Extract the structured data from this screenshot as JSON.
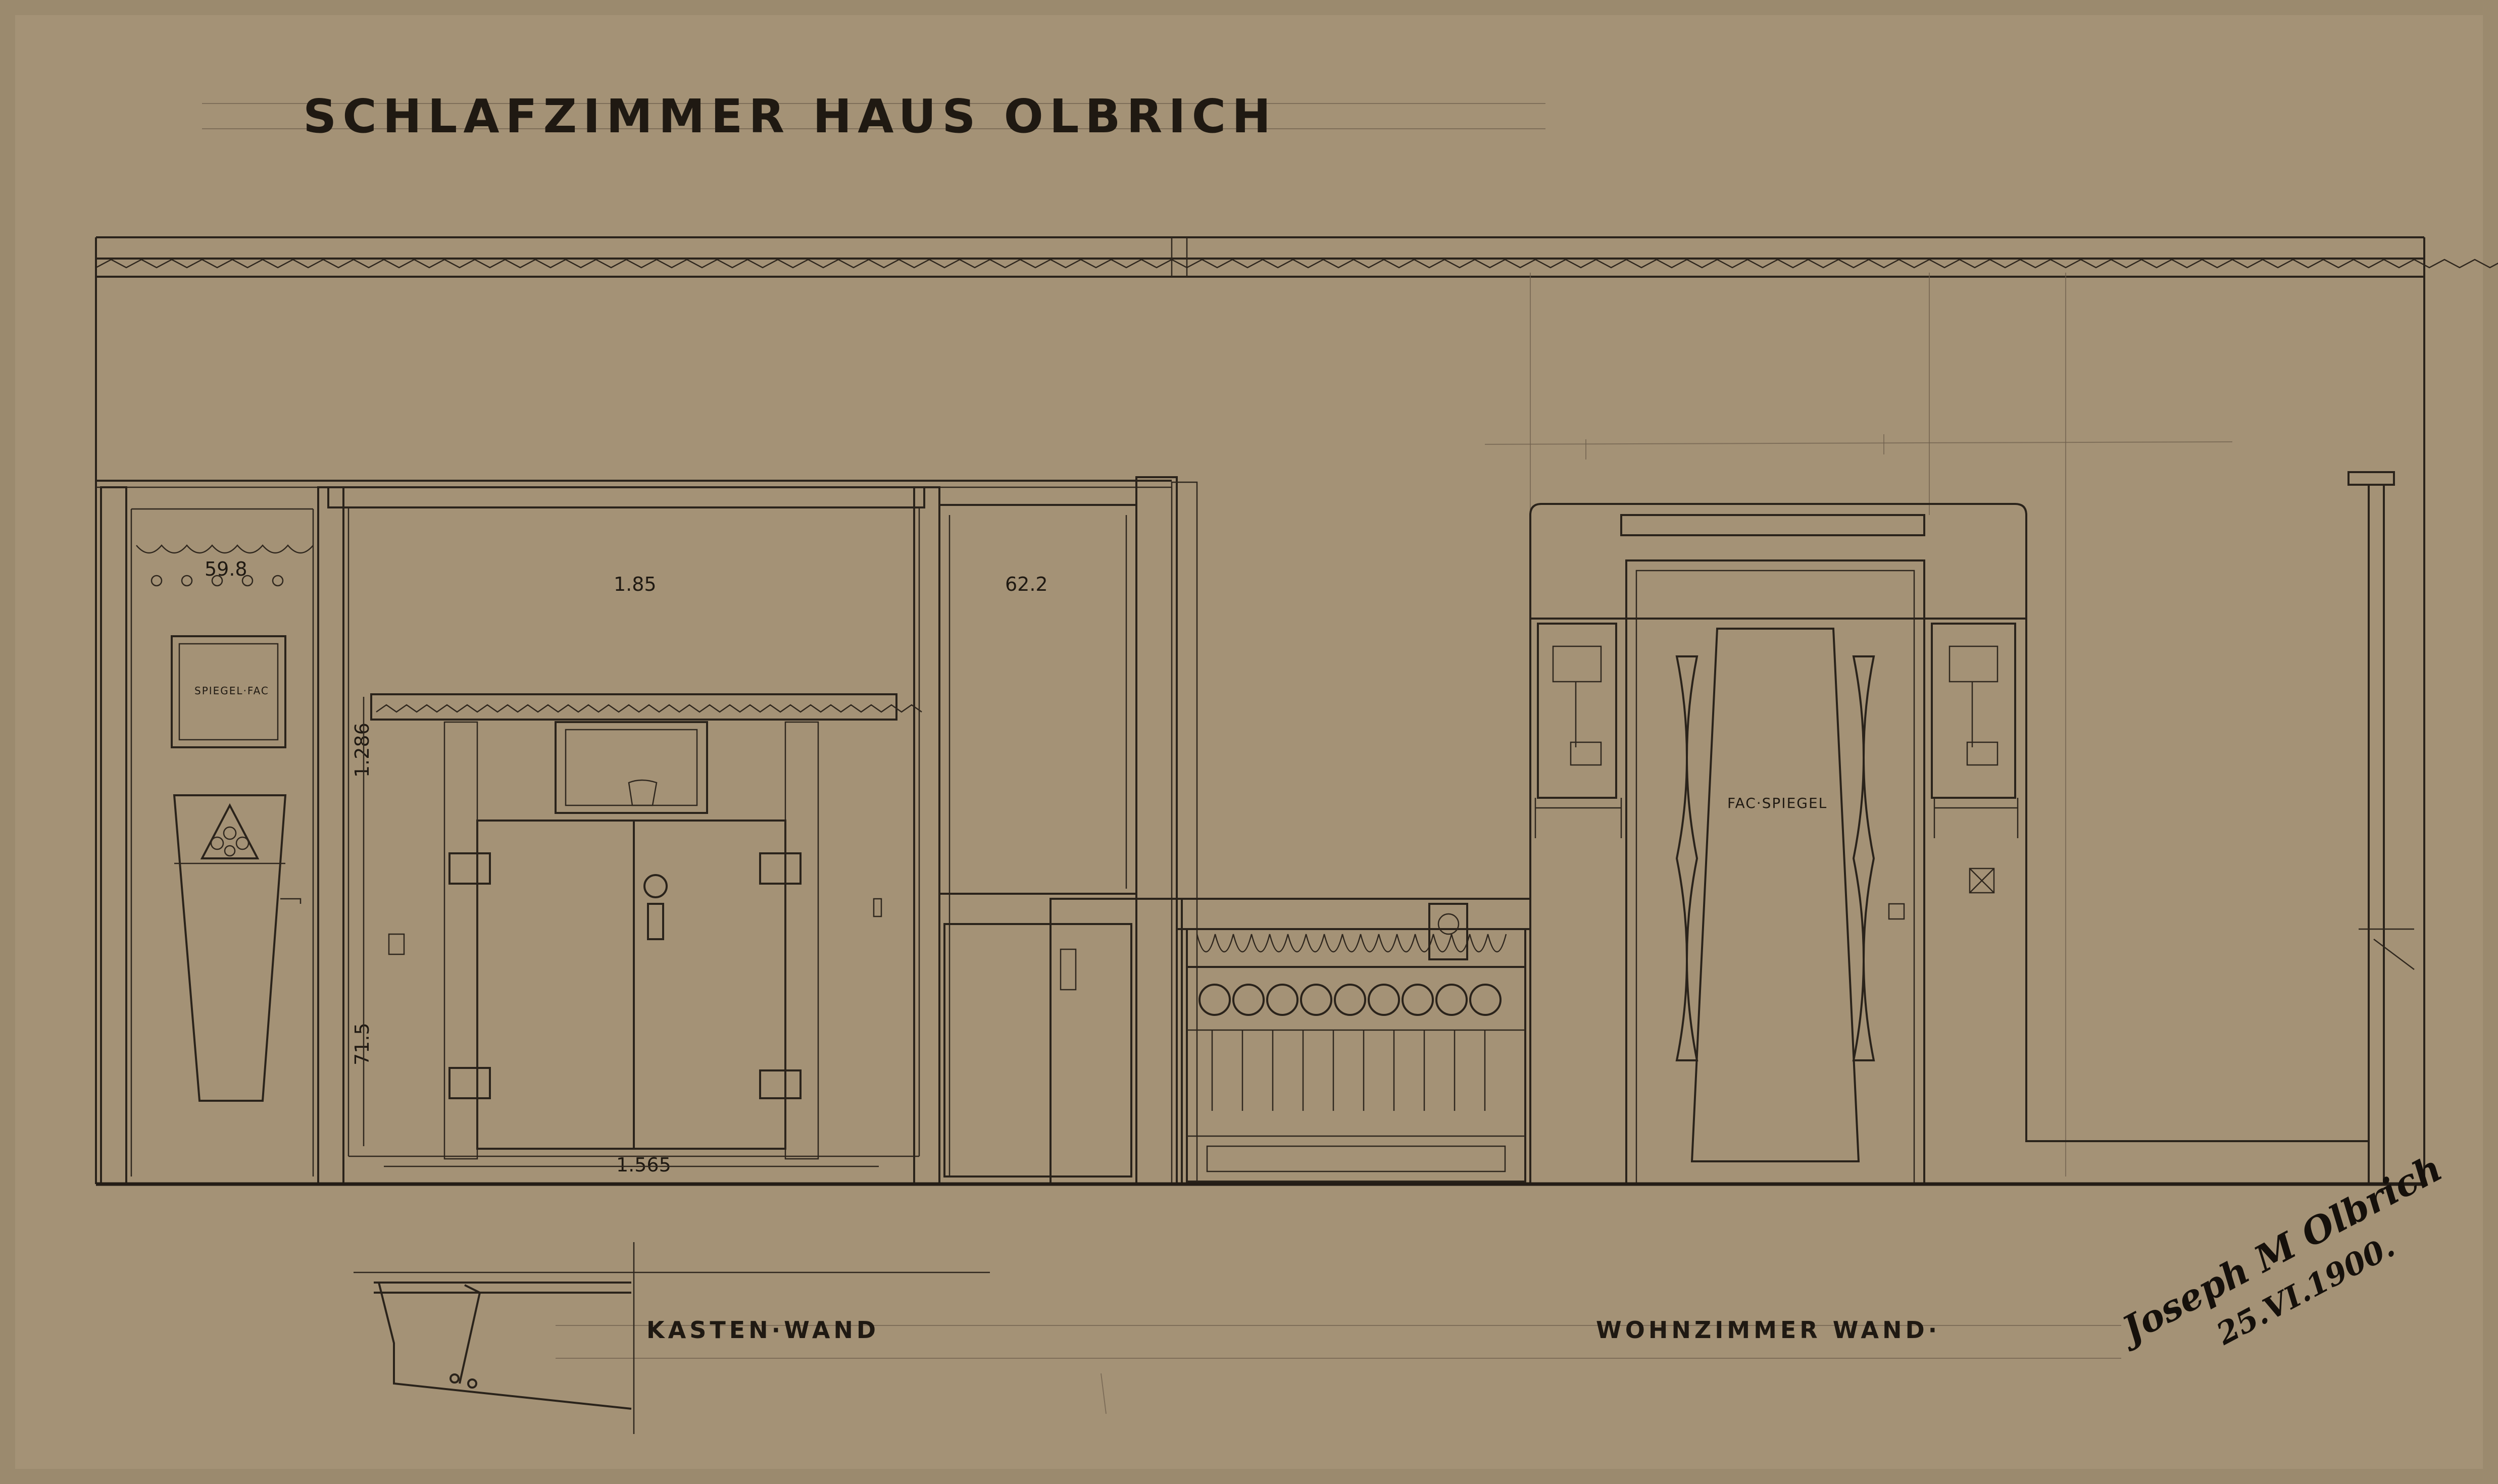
{
  "drawing": {
    "title": "SCHLAFZIMMER HAUS OLBRICH",
    "labels": {
      "left_wall": "KASTEN·WAND",
      "right_wall": "WOHNZIMMER WAND·"
    },
    "dimensions": {
      "wardrobe_width": "1.85",
      "niche_width": "59.8",
      "right_cabinet_width": "62.2",
      "cabinet_height_upper": "1.286",
      "cabinet_height_lower": "71.5",
      "cabinet_base_width": "1.565"
    },
    "annotations": {
      "mirror_left": "SPIEGEL·FAC",
      "mirror_door": "FAC·SPIEGEL"
    },
    "signature": {
      "name": "Joseph M Olbrich",
      "date": "25.VI.1900."
    },
    "colors": {
      "paper": "#a49276",
      "ink": "#2a231b"
    }
  }
}
